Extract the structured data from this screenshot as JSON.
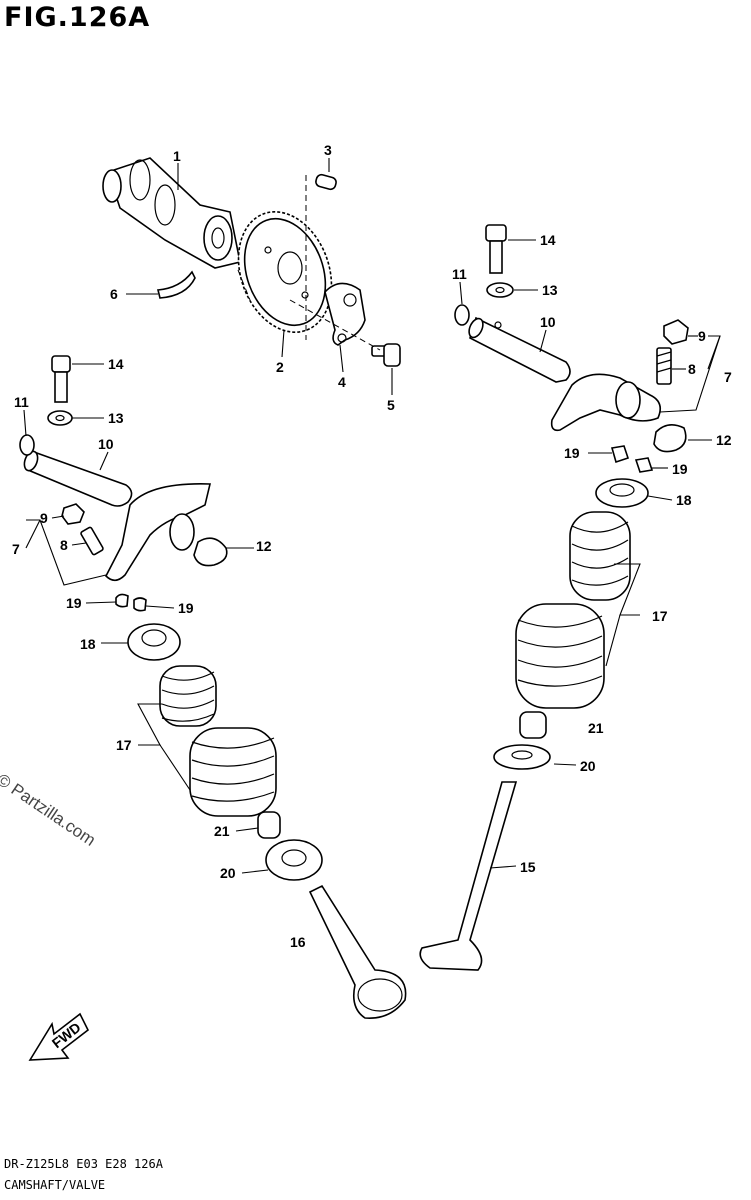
{
  "figure": {
    "title": "FIG.126A",
    "footer_code": "DR-Z125L8  E03  E28  126A",
    "footer_section": "CAMSHAFT/VALVE",
    "watermark": "© Partzilla.com",
    "fwd_label": "FWD"
  },
  "callouts": {
    "c1": "1",
    "c2": "2",
    "c3": "3",
    "c4": "4",
    "c5": "5",
    "c6": "6",
    "c7_left": "7",
    "c7_right": "7",
    "c8_left": "8",
    "c8_right": "8",
    "c9_left": "9",
    "c9_right": "9",
    "c10_left": "10",
    "c10_right": "10",
    "c11_left": "11",
    "c11_right": "11",
    "c12_left": "12",
    "c12_right": "12",
    "c13_left": "13",
    "c13_right": "13",
    "c14_left": "14",
    "c14_right": "14",
    "c15": "15",
    "c16": "16",
    "c17_left": "17",
    "c17_right": "17",
    "c18_left": "18",
    "c18_right": "18",
    "c19_a": "19",
    "c19_b": "19",
    "c19_c": "19",
    "c19_d": "19",
    "c20_left": "20",
    "c20_right": "20",
    "c21_left": "21",
    "c21_right": "21"
  }
}
